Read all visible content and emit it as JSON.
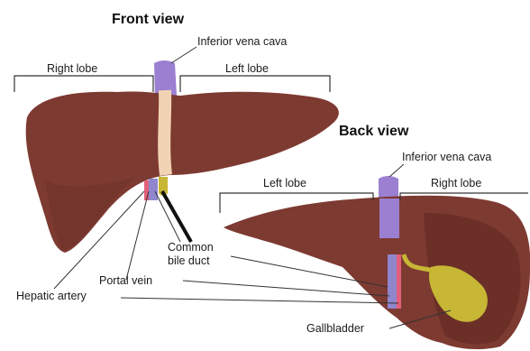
{
  "front_view": {
    "title": "Front view",
    "labels": {
      "inferior_vena_cava": "Inferior vena cava",
      "right_lobe": "Right lobe",
      "left_lobe": "Left lobe",
      "common_bile_duct_line1": "Common",
      "common_bile_duct_line2": "bile duct",
      "portal_vein": "Portal vein",
      "hepatic_artery": "Hepatic artery"
    }
  },
  "back_view": {
    "title": "Back view",
    "labels": {
      "inferior_vena_cava": "Inferior vena cava",
      "left_lobe": "Left lobe",
      "right_lobe": "Right lobe",
      "gallbladder": "Gallbladder"
    }
  },
  "colors": {
    "liver": "#7d3a31",
    "liver_dark": "#5c2620",
    "ligament": "#f1d3b3",
    "vena_cava": "#9b7fd1",
    "portal_vein": "#8f86cc",
    "hepatic_artery": "#e2607a",
    "gallbladder": "#c7b735",
    "bile_duct": "#111111"
  }
}
